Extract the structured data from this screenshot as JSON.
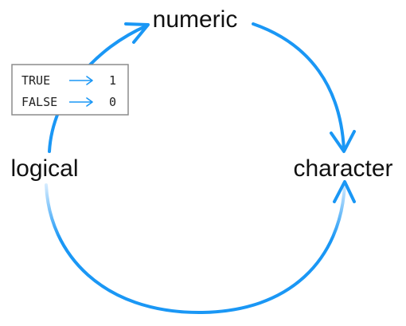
{
  "colors": {
    "arrow": "#1a97f5",
    "arrow_fade": "#e6f3ff",
    "text": "#111111",
    "legend_border": "#8c8c8c"
  },
  "nodes": {
    "logical": "logical",
    "numeric": "numeric",
    "character": "character"
  },
  "legend": {
    "rows": [
      {
        "from": "TRUE",
        "to": "1"
      },
      {
        "from": "FALSE",
        "to": "0"
      }
    ]
  }
}
